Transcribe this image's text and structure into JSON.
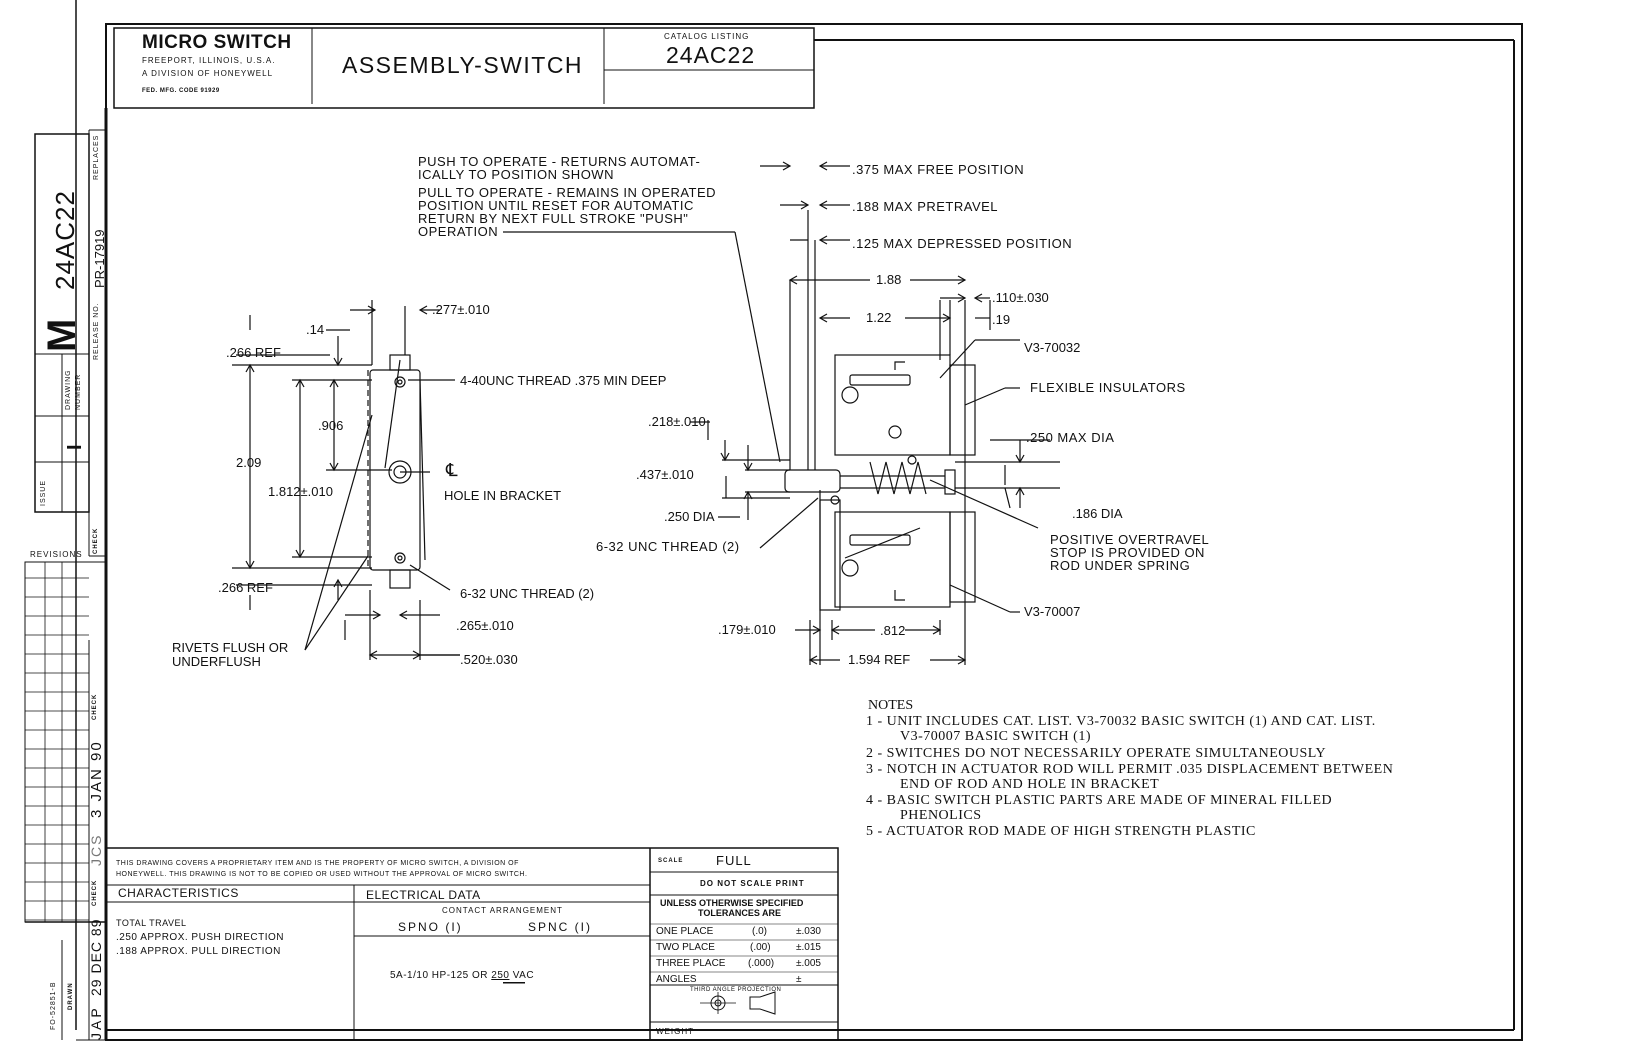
{
  "title_block": {
    "company": "MICRO SWITCH",
    "address": "FREEPORT, ILLINOIS, U.S.A.",
    "division": "A DIVISION OF HONEYWELL",
    "fed_code": "FED. MFG. CODE 91929",
    "title": "ASSEMBLY-SWITCH",
    "catalog_label": "CATALOG LISTING",
    "catalog_number": "24AC22"
  },
  "side_block": {
    "catalog_number": "24AC22",
    "drawing_letter": "M",
    "drawing_label": "DRAWING NUMBER",
    "release_label": "RELEASE NO.",
    "release_number": "PR-17919",
    "replaces_label": "REPLACES",
    "issue_label": "ISSUE",
    "issue_value": "I",
    "check_label": "CHECK",
    "revisions_label": "REVISIONS",
    "check2_label": "CHECK",
    "check_date": "3 JAN 90",
    "check_initials": "JCS",
    "check3_label": "CHECK",
    "drawn_label": "DRAWN",
    "drawn_date": "29 DEC 89",
    "drawn_initials": "JAP",
    "form_number": "FO-52851-B"
  },
  "left_view": {
    "d_014": ".14",
    "d_277": ".277±.010",
    "d_266_top": ".266 REF",
    "thread_440": "4-40UNC THREAD .375 MIN DEEP",
    "d_906": ".906",
    "d_209": "2.09",
    "d_1812": "1.812±.010",
    "centerline": "℄",
    "hole_label": "HOLE IN BRACKET",
    "d_266_bottom": ".266 REF",
    "thread_632": "6-32 UNC THREAD (2)",
    "d_265": ".265±.010",
    "d_520": ".520±.030",
    "rivets_1": "RIVETS FLUSH OR",
    "rivets_2": "UNDERFLUSH"
  },
  "right_view": {
    "push_1": "PUSH TO OPERATE - RETURNS AUTOMAT-",
    "push_2": "ICALLY TO POSITION SHOWN",
    "pull_1": "PULL TO OPERATE - REMAINS IN OPERATED",
    "pull_2": "POSITION UNTIL RESET FOR AUTOMATIC",
    "pull_3": "RETURN BY NEXT FULL STROKE \"PUSH\"",
    "pull_4": "OPERATION",
    "free_pos": ".375 MAX FREE POSITION",
    "pretravel": ".188 MAX PRETRAVEL",
    "depressed": ".125 MAX DEPRESSED POSITION",
    "d_188": "1.88",
    "d_110": ".110±.030",
    "d_122": "1.22",
    "d_019": ".19",
    "v3_70032": "V3-70032",
    "flex_ins": "FLEXIBLE INSULATORS",
    "d_218": ".218±.010",
    "d_250max": ".250 MAX DIA",
    "d_437": ".437±.010",
    "d_250dia": ".250 DIA",
    "d_186": ".186 DIA",
    "thread_632": "6-32 UNC THREAD (2)",
    "overtravel_1": "POSITIVE OVERTRAVEL",
    "overtravel_2": "STOP IS PROVIDED ON",
    "overtravel_3": "ROD UNDER SPRING",
    "v3_70007": "V3-70007",
    "d_179": ".179±.010",
    "d_812": ".812",
    "d_1594": "1.594 REF"
  },
  "notes": {
    "heading": "NOTES",
    "n1a": "1 - UNIT INCLUDES CAT. LIST. V3-70032 BASIC SWITCH (1) AND CAT. LIST.",
    "n1b": "V3-70007 BASIC SWITCH (1)",
    "n2": "2 - SWITCHES DO NOT NECESSARILY OPERATE SIMULTANEOUSLY",
    "n3a": "3 - NOTCH IN ACTUATOR ROD WILL PERMIT .035 DISPLACEMENT BETWEEN",
    "n3b": "END OF ROD AND HOLE IN BRACKET",
    "n4a": "4 - BASIC SWITCH PLASTIC PARTS ARE MADE OF MINERAL FILLED",
    "n4b": "PHENOLICS",
    "n5": "5 - ACTUATOR ROD MADE OF HIGH STRENGTH PLASTIC"
  },
  "bottom_block": {
    "proprietary_1": "THIS DRAWING COVERS A PROPRIETARY ITEM AND IS THE PROPERTY OF MICRO SWITCH, A DIVISION OF",
    "proprietary_2": "HONEYWELL. THIS DRAWING IS NOT TO BE COPIED OR USED WITHOUT THE APPROVAL OF MICRO SWITCH.",
    "characteristics": "CHARACTERISTICS",
    "total_travel": "TOTAL TRAVEL",
    "travel_push": ".250 APPROX. PUSH DIRECTION",
    "travel_pull": ".188 APPROX. PULL DIRECTION",
    "electrical": "ELECTRICAL DATA",
    "contact_arr": "CONTACT ARRANGEMENT",
    "spno": "SPNO (I)",
    "spnc": "SPNC (I)",
    "rating_a": "5A-1/10 HP-125 OR ",
    "rating_b": "250",
    "rating_c": " VAC",
    "scale_label": "SCALE",
    "scale_value": "FULL",
    "no_scale": "DO NOT SCALE PRINT",
    "unless_1": "UNLESS OTHERWISE SPECIFIED",
    "unless_2": "TOLERANCES ARE",
    "tol": [
      {
        "label": "ONE PLACE",
        "fmt": "(.0)",
        "val": "±.030"
      },
      {
        "label": "TWO PLACE",
        "fmt": "(.00)",
        "val": "±.015"
      },
      {
        "label": "THREE PLACE",
        "fmt": "(.000)",
        "val": "±.005"
      },
      {
        "label": "ANGLES",
        "fmt": "",
        "val": "±"
      }
    ],
    "projection": "THIRD ANGLE PROJECTION",
    "weight": "WEIGHT"
  }
}
